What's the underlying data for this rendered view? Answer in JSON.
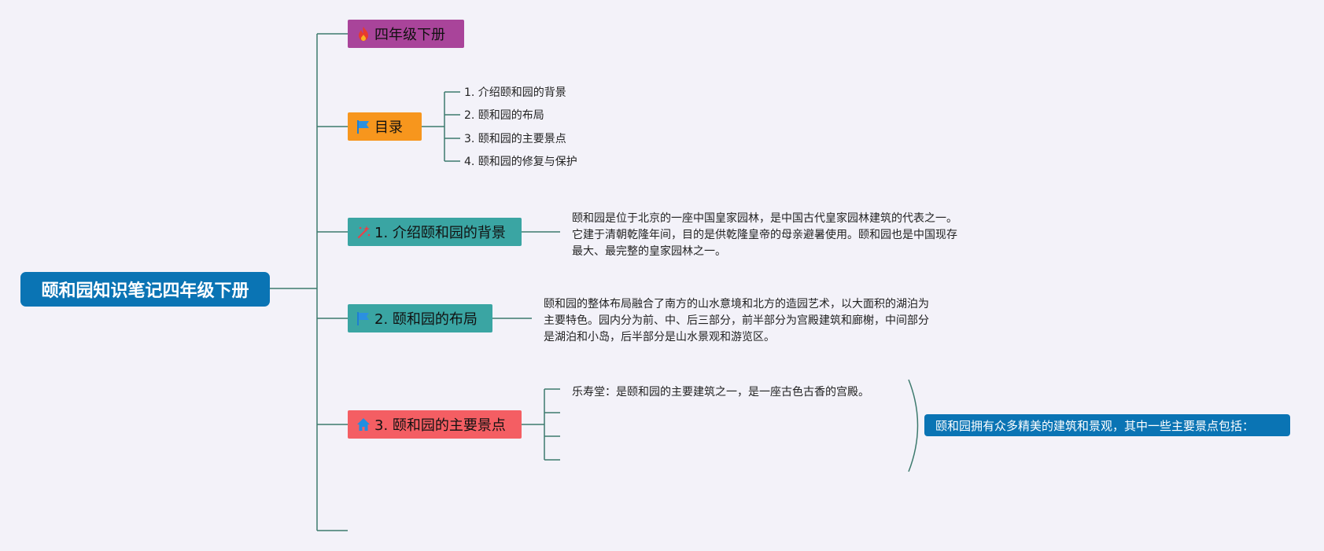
{
  "root": {
    "label": "颐和园知识笔记四年级下册"
  },
  "branches": {
    "title": {
      "label": "四年级下册",
      "icon": "fire-icon",
      "color": "#a9449a"
    },
    "toc": {
      "label": "目录",
      "icon": "flag-icon",
      "color": "#f7961d",
      "items": [
        "1. 介绍颐和园的背景",
        "2. 颐和园的布局",
        "3. 颐和园的主要景点",
        "4. 颐和园的修复与保护"
      ]
    },
    "background": {
      "label": "1. 介绍颐和园的背景",
      "icon": "magic-wand-icon",
      "color": "#3aa5a3",
      "lines": [
        "颐和园是位于北京的一座中国皇家园林，是中国古代皇家园林建筑的代表之一。",
        "它建于清朝乾隆年间，目的是供乾隆皇帝的母亲避暑使用。颐和园也是中国现存",
        "最大、最完整的皇家园林之一。"
      ]
    },
    "layout": {
      "label": "2. 颐和园的布局",
      "icon": "flag-icon",
      "color": "#3aa5a3",
      "lines": [
        "颐和园的整体布局融合了南方的山水意境和北方的造园艺术，以大面积的湖泊为",
        "主要特色。园内分为前、中、后三部分，前半部分为宫殿建筑和廊榭，中间部分",
        "是湖泊和小岛，后半部分是山水景观和游览区。"
      ]
    },
    "spots": {
      "label": "3. 颐和园的主要景点",
      "icon": "home-icon",
      "color": "#f45e63",
      "items": [
        "乐寿堂：是颐和园的主要建筑之一，是一座古色古香的宫殿。",
        "",
        "",
        ""
      ],
      "summary": "颐和园拥有众多精美的建筑和景观，其中一些主要景点包括："
    }
  },
  "colors": {
    "connector": "#3d7a6e",
    "root": "#0a74b4",
    "background": "#f3f2f9"
  }
}
